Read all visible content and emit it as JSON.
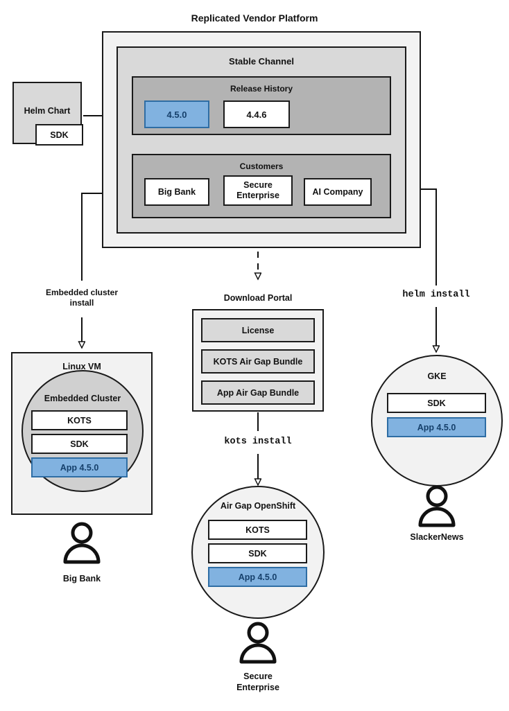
{
  "title": "Replicated Vendor Platform",
  "platform": {
    "stable_channel": "Stable Channel",
    "release_history": {
      "label": "Release History",
      "releases": [
        {
          "version": "4.5.0",
          "highlighted": true
        },
        {
          "version": "4.4.6",
          "highlighted": false
        }
      ]
    },
    "customers": {
      "label": "Customers",
      "items": [
        {
          "name": "Big Bank"
        },
        {
          "name": "Secure\nEnterprise"
        },
        {
          "name": "AI Company"
        }
      ]
    }
  },
  "helm_chart": {
    "label": "Helm Chart",
    "sdk_label": "SDK"
  },
  "connectors": {
    "embedded_cluster_install": "Embedded cluster\ninstall",
    "helm_install": "helm install",
    "kots_install": "kots install"
  },
  "download_portal": {
    "label": "Download Portal",
    "artifacts": [
      "License",
      "KOTS Air Gap Bundle",
      "App Air Gap Bundle"
    ]
  },
  "environments": [
    {
      "id": "linux-vm",
      "label": "Linux VM",
      "inner_label": "Embedded Cluster",
      "components": [
        {
          "name": "KOTS",
          "highlighted": false
        },
        {
          "name": "SDK",
          "highlighted": false
        },
        {
          "name": "App 4.5.0",
          "highlighted": true
        }
      ],
      "user": "Big Bank"
    },
    {
      "id": "air-gap-openshift",
      "label": "Air Gap OpenShift",
      "components": [
        {
          "name": "KOTS",
          "highlighted": false
        },
        {
          "name": "SDK",
          "highlighted": false
        },
        {
          "name": "App 4.5.0",
          "highlighted": true
        }
      ],
      "user": "Secure\nEnterprise"
    },
    {
      "id": "gke",
      "label": "GKE",
      "components": [
        {
          "name": "SDK",
          "highlighted": false
        },
        {
          "name": "App 4.5.0",
          "highlighted": true
        }
      ],
      "user": "SlackerNews"
    }
  ],
  "colors": {
    "accent_blue_fill": "#81b2e0",
    "accent_blue_border": "#2e6da4",
    "accent_blue_text": "#16406b",
    "outer_fill": "#f2f2f2",
    "channel_fill": "#d9d9d9",
    "section_fill": "#b3b3b3",
    "stroke": "#1a1a1a"
  }
}
